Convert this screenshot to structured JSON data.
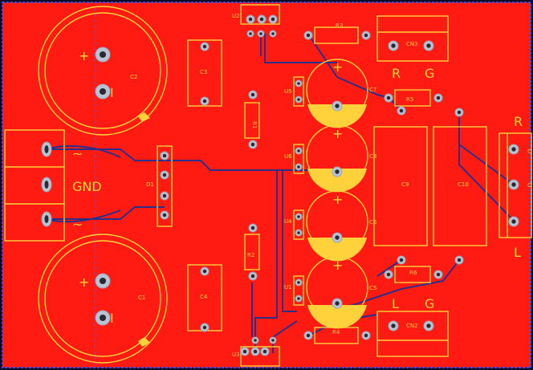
{
  "board": {
    "bg_color": "#ff1a12",
    "frame_color": "#4a4ad0",
    "silk_color": "#ffd23c",
    "trace_color": "#2b2f8a"
  },
  "labels": {
    "C2": "C2",
    "C1": "C1",
    "C3": "C3",
    "C4": "C4",
    "C5": "C5",
    "C6": "C6",
    "C7": "C7",
    "C8": "C8",
    "C9": "C9",
    "C10": "C10",
    "R1": "R1",
    "R2": "R2",
    "R3": "R3",
    "R4": "R4",
    "R5": "R5",
    "R6": "R6",
    "U1": "U1",
    "U2": "U2",
    "U3": "U3",
    "U4": "U4",
    "U5": "U5",
    "U6": "U6",
    "D1": "D1",
    "CN2": "CN2",
    "CN3": "CN3",
    "GND": "GND",
    "tilde_top": "~",
    "tilde_bottom": "~",
    "plus": "+",
    "ground_bar": "I",
    "R_top": "R",
    "G_top": "G",
    "L_bottom": "L",
    "G_bottom": "G",
    "R_right": "R",
    "L_right": "L",
    "C_edge1": "C",
    "C_edge2": "C"
  }
}
